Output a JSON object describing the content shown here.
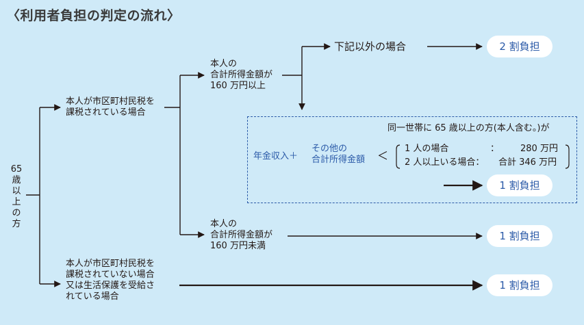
{
  "title": "〈利用者負担の判定の流れ〉",
  "root": {
    "line1": "65",
    "line2": "歳",
    "line3": "以",
    "line4": "上",
    "line5": "の",
    "line6": "方"
  },
  "taxed": {
    "line1": "本人が市区町村民税を",
    "line2": "課税されている場合"
  },
  "not_taxed": {
    "line1": "本人が市区町村民税を",
    "line2": "課税されていない場合",
    "line3": "又は生活保護を受給さ",
    "line4": "れている場合"
  },
  "income_high": {
    "line1": "本人の",
    "line2": "合計所得金額が",
    "line3": "160 万円以上"
  },
  "income_low": {
    "line1": "本人の",
    "line2": "合計所得金額が",
    "line3": "160 万円未満"
  },
  "other_case": "下記以外の場合",
  "household": {
    "header": "同一世帯に 65 歳以上の方(本人含む。)が",
    "pension": "年金収入＋",
    "other_income_line1": "その他の",
    "other_income_line2": "合計所得金額",
    "less_than": "＜",
    "row1_label": "1 人の場合",
    "row1_sep": "：",
    "row1_value": "280 万円",
    "row2_label": "2 人以上いる場合：",
    "row2_value": "合計 346 万円"
  },
  "results": {
    "two_percent": "2 割負担",
    "one_percent_household": "1 割負担",
    "one_percent_low": "1 割負担",
    "one_percent_not_taxed": "1 割負担"
  },
  "colors": {
    "background": "#cfeaf8",
    "accent": "#2b5aa8",
    "line": "#231815",
    "pill": "#ffffff"
  }
}
